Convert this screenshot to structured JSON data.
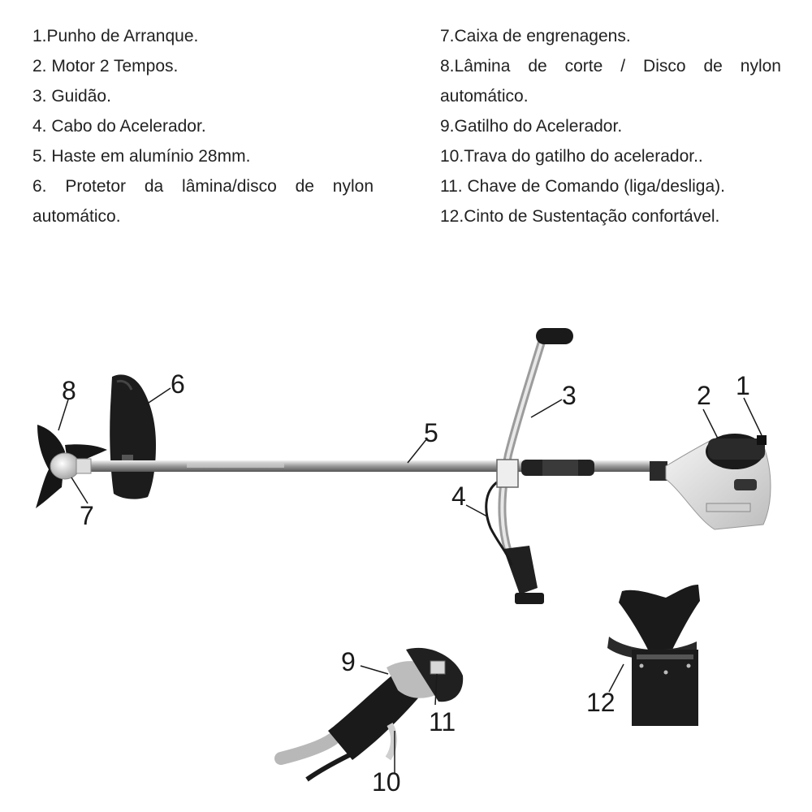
{
  "legend": {
    "left": [
      {
        "text": "1.Punho de Arranque."
      },
      {
        "text": "2. Motor 2 Tempos."
      },
      {
        "text": "3. Guidão."
      },
      {
        "text": "4. Cabo do Acelerador."
      },
      {
        "text": "5. Haste em alumínio 28mm."
      },
      {
        "text": "6. Protetor da lâmina/disco de nylon automático."
      }
    ],
    "right": [
      {
        "text": "7.Caixa de engrenagens."
      },
      {
        "text": "8.Lâmina de corte / Disco de nylon automático."
      },
      {
        "text": "9.Gatilho do Acelerador."
      },
      {
        "text": "10.Trava do gatilho do acelerador.."
      },
      {
        "text": "11. Chave de Comando (liga/desliga)."
      },
      {
        "text": "12.Cinto de Sustentação confortável."
      }
    ]
  },
  "callouts": {
    "n1": "1",
    "n2": "2",
    "n3": "3",
    "n4": "4",
    "n5": "5",
    "n6": "6",
    "n7": "7",
    "n8": "8",
    "n9": "9",
    "n10": "10",
    "n11": "11",
    "n12": "12"
  }
}
